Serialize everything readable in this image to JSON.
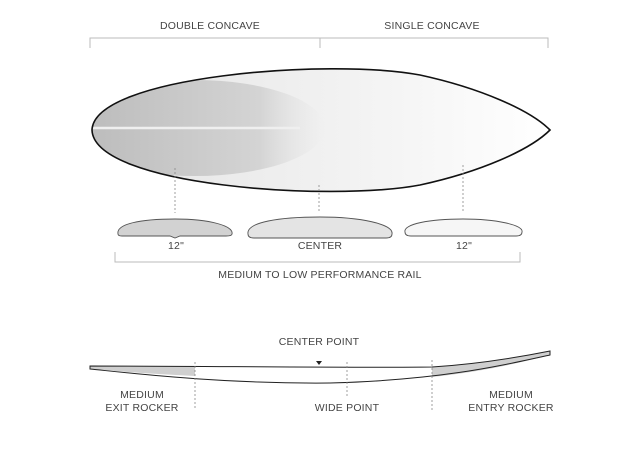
{
  "top_labels": {
    "double_concave": "DOUBLE CONCAVE",
    "single_concave": "SINGLE CONCAVE"
  },
  "rails": {
    "left": "12\"",
    "center": "CENTER",
    "right": "12\"",
    "caption": "MEDIUM TO LOW PERFORMANCE RAIL"
  },
  "rocker": {
    "center_point": "CENTER POINT",
    "exit_line1": "MEDIUM",
    "exit_line2": "EXIT ROCKER",
    "wide_point": "WIDE POINT",
    "entry_line1": "MEDIUM",
    "entry_line2": "ENTRY ROCKER"
  }
}
